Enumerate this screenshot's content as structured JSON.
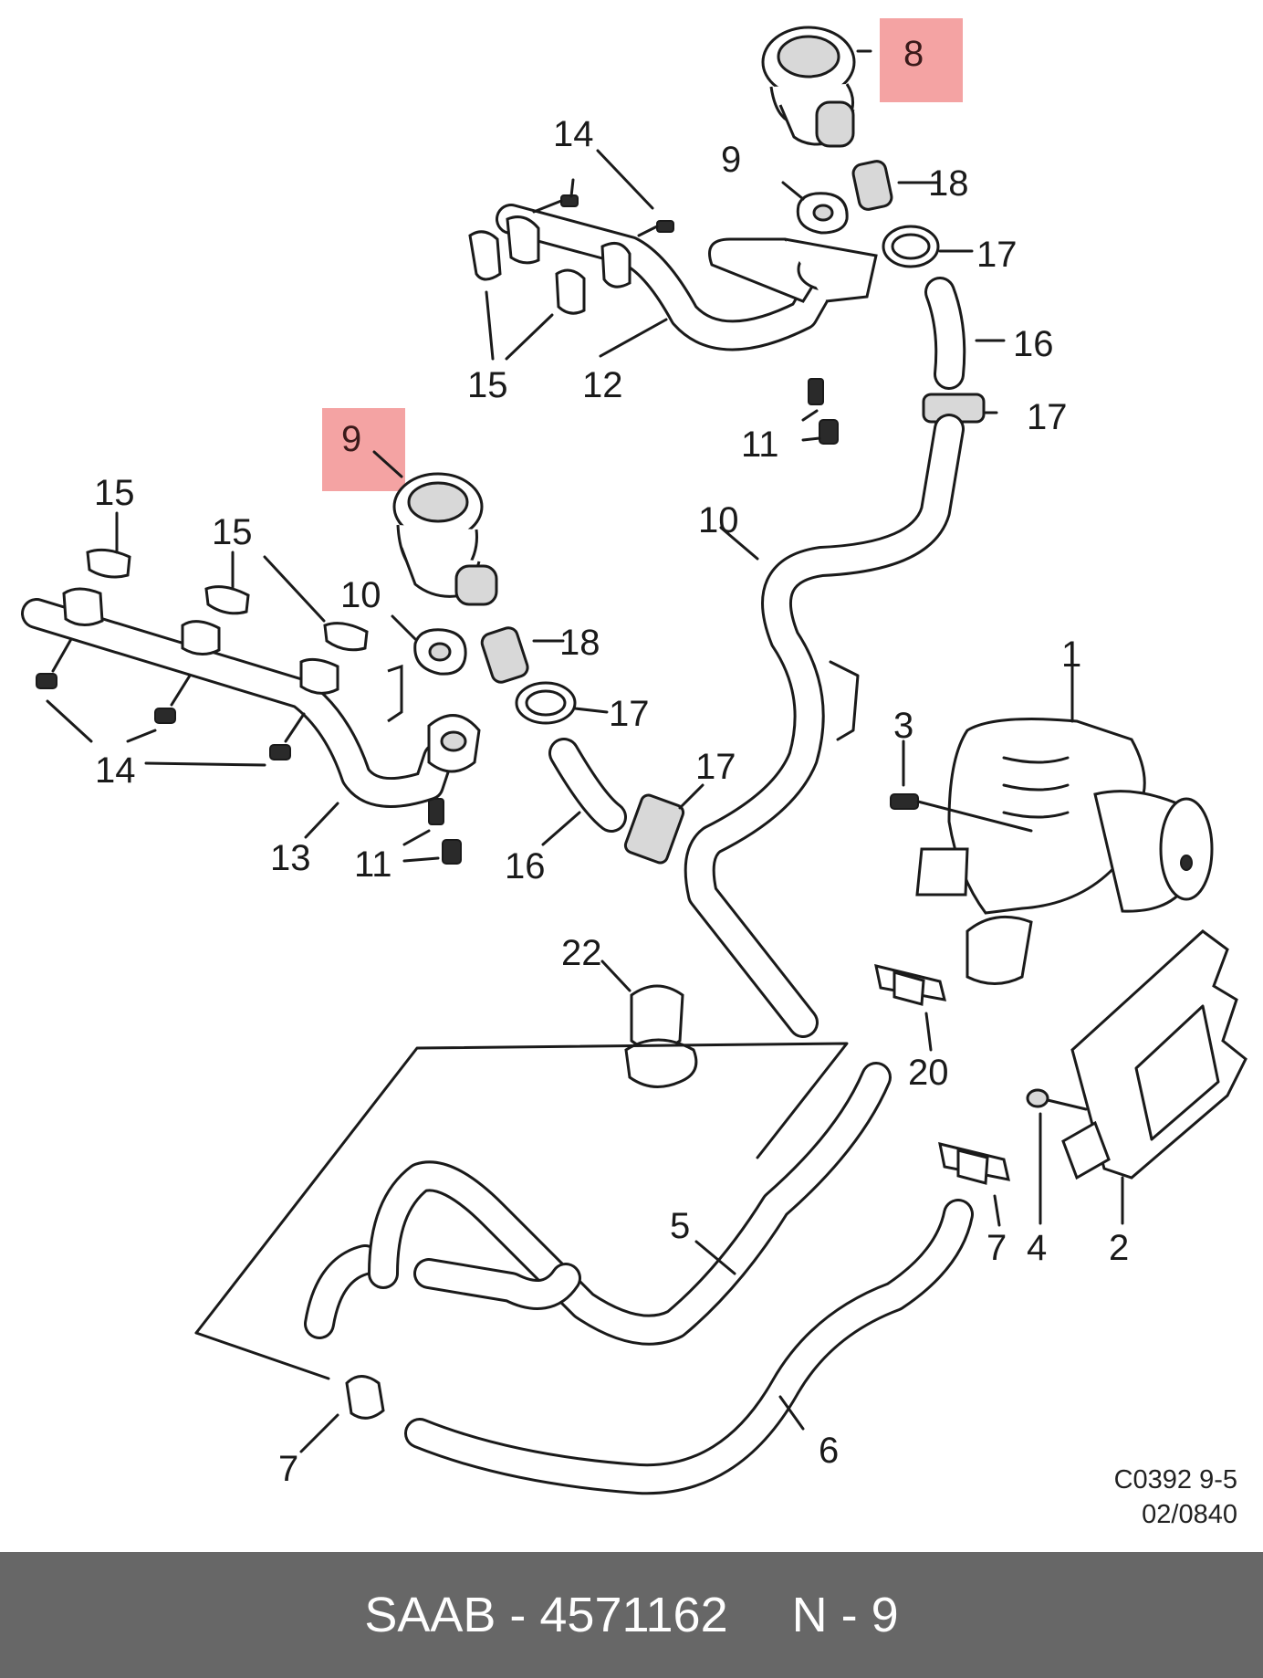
{
  "callouts": [
    {
      "id": "c1",
      "text": "1"
    },
    {
      "id": "c2",
      "text": "2"
    },
    {
      "id": "c3",
      "text": "3"
    },
    {
      "id": "c4",
      "text": "4"
    },
    {
      "id": "c5",
      "text": "5"
    },
    {
      "id": "c6",
      "text": "6"
    },
    {
      "id": "c7a",
      "text": "7"
    },
    {
      "id": "c7b",
      "text": "7"
    },
    {
      "id": "c8",
      "text": "8"
    },
    {
      "id": "c9a",
      "text": "9"
    },
    {
      "id": "c9b",
      "text": "9"
    },
    {
      "id": "c10a",
      "text": "10"
    },
    {
      "id": "c10b",
      "text": "10"
    },
    {
      "id": "c11a",
      "text": "11"
    },
    {
      "id": "c11b",
      "text": "11"
    },
    {
      "id": "c12",
      "text": "12"
    },
    {
      "id": "c13",
      "text": "13"
    },
    {
      "id": "c14a",
      "text": "14"
    },
    {
      "id": "c14b",
      "text": "14"
    },
    {
      "id": "c15a",
      "text": "15"
    },
    {
      "id": "c15b",
      "text": "15"
    },
    {
      "id": "c15c",
      "text": "15"
    },
    {
      "id": "c16a",
      "text": "16"
    },
    {
      "id": "c16b",
      "text": "16"
    },
    {
      "id": "c17a",
      "text": "17"
    },
    {
      "id": "c17b",
      "text": "17"
    },
    {
      "id": "c17c",
      "text": "17"
    },
    {
      "id": "c17d",
      "text": "17"
    },
    {
      "id": "c18a",
      "text": "18"
    },
    {
      "id": "c18b",
      "text": "18"
    },
    {
      "id": "c20",
      "text": "20"
    },
    {
      "id": "c22",
      "text": "22"
    }
  ],
  "highlight_color": "#f4a3a3",
  "reference": {
    "line1": "C0392 9-5",
    "line2": "02/0840"
  },
  "footer": {
    "part": "SAAB - 4571162",
    "position": "N - 9",
    "background": "#676767"
  }
}
